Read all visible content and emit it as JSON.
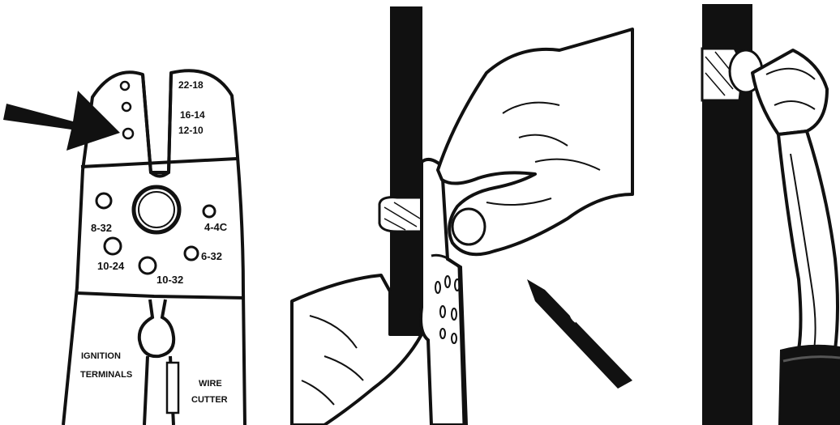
{
  "panel_crimper": {
    "wire_gauges": {
      "g1": "22-18",
      "g2": "16-14",
      "g3": "12-10"
    },
    "screw_sizes": {
      "s1": "8-32",
      "s2": "4-4C",
      "s3": "6-32",
      "s4": "10-24",
      "s5": "10-32"
    },
    "sections": {
      "ignition": [
        "IGNITION",
        "TERMINALS"
      ],
      "cutter": [
        "WIRE",
        "CUTTER"
      ]
    }
  },
  "colors": {
    "ink": "#111111",
    "paper": "#ffffff"
  }
}
